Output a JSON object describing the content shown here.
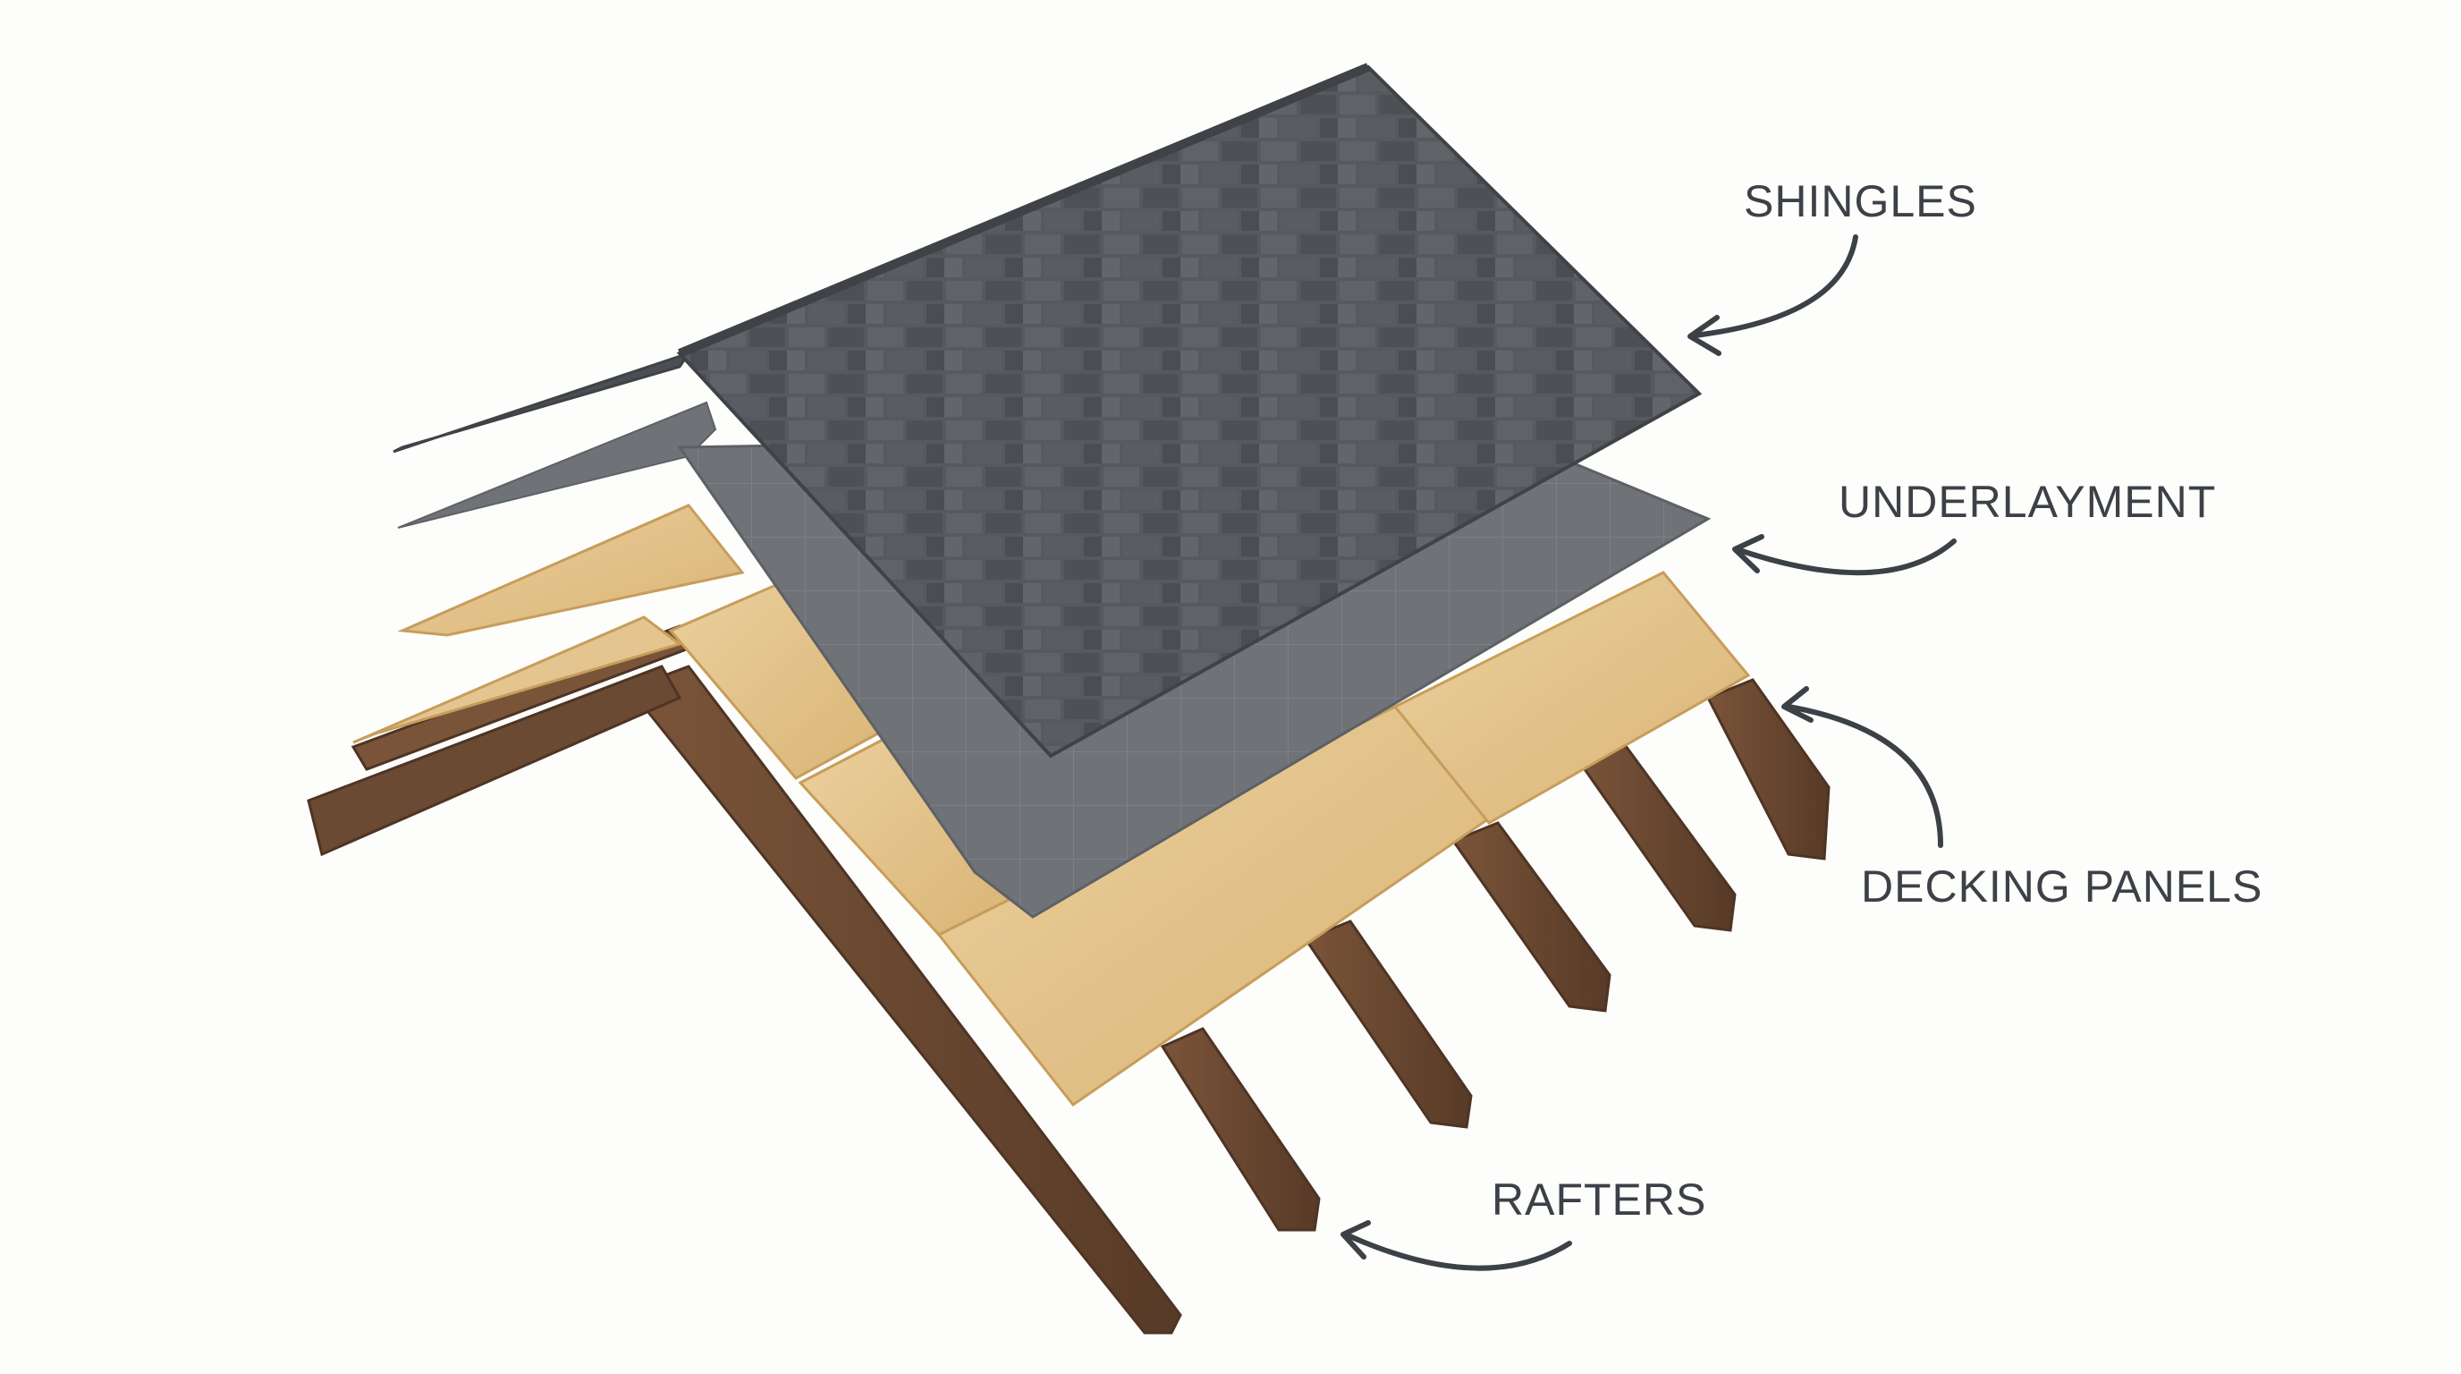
{
  "labels": {
    "shingles": "SHINGLES",
    "underlayment": "UNDERLAYMENT",
    "decking": "DECKING PANELS",
    "rafters": "RAFTERS"
  },
  "colors": {
    "background": "#fdfdfb",
    "label_text": "#3c4148",
    "arrow": "#3c4148",
    "shingle": "#55595e",
    "shingle_dark": "#3f4246",
    "underlayment": "#6f7378",
    "decking": "#e2c28b",
    "decking_edge": "#c79d5b",
    "rafter": "#6b4a33",
    "rafter_dark": "#4e3424"
  },
  "icons": {
    "arrows": "curved-arrow-icon"
  }
}
